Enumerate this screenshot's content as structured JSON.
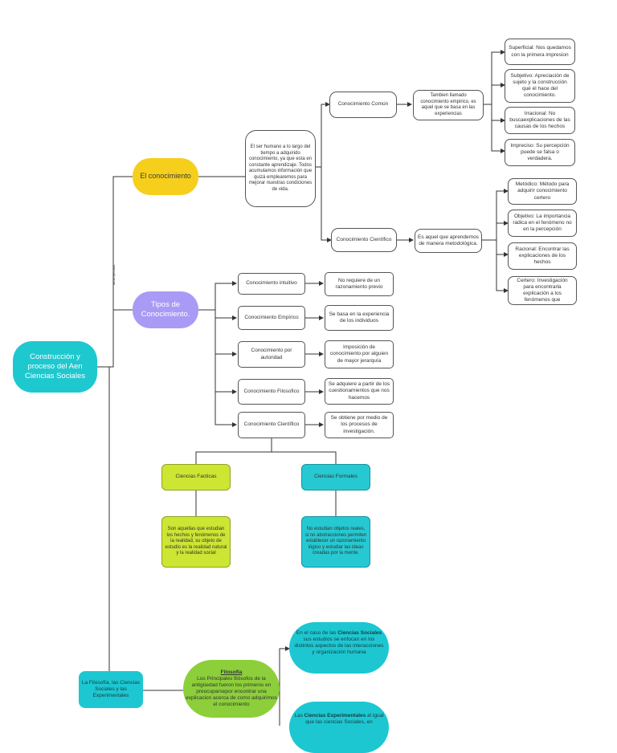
{
  "colors": {
    "root": "#1ec8cf",
    "conocimiento": "#f6cf1c",
    "tipos": "#a99af5",
    "facticas": "#cde533",
    "formales": "#26c9d2",
    "filosofia": "#8ccf3a",
    "sociales": "#1cc7d2"
  },
  "root": {
    "label": "Construcción y proceso del Aen Ciencias Sociales"
  },
  "connector_note": "tarda ejecutas",
  "conocimiento": {
    "label": "El conocimiento",
    "description": "El ser humano a lo largo del tiempo a adquirido conocimiento, ya que esta en constante aprendizaje. Todos acumulamos información que quizá emplearemos para mejorar nuestras condiciones de vida.",
    "comun": {
      "label": "Conocimiento Común",
      "description": "Tambien llamado conocimiento empirico, es aquel que se basa en las experiencias",
      "traits": [
        "Superficial: Nos quedamos con la primera impresion",
        "Subjetivo: Apreciación de sujeto y la construcción qué él hace del conocimiento.",
        "Irracional: No buscaexplicaciones de las causas de los hechos",
        "Impreciso: Su percepción puede se falsa o verdadera."
      ]
    },
    "cientifico": {
      "label": "Conocimiento Científico",
      "description": "Es aquel que aprendemos de manera metodológica.",
      "traits": [
        "Metódico: Método para adquirir conocimiento certero",
        "Objetivo: La importancia radica en el fenómeno no en la percepción",
        "Racional: Encontrar las explicaciones de los hechos",
        "Certero: Investigación para encontrarla explicación a los fenómenos que"
      ]
    }
  },
  "tipos": {
    "label": "Tipos de Conocimiento.",
    "items": [
      {
        "label": "Conocimiento intuitivo",
        "description": "No requiere de un razonamiento previo"
      },
      {
        "label": "Conocimiento Empírico",
        "description": "Se basa en la experiencia de los individuos"
      },
      {
        "label": "Conocimiento por autoridad",
        "description": "Imposición de conocimiento por alguien de mayor jerarquía"
      },
      {
        "label": "Conocimiento Filosofico",
        "description": "Se adquiere a partir de los cuestionamientos que nos hacemos"
      },
      {
        "label": "Conocimiento Científico",
        "description": "Se obtiene por medio de los procesos de investigación."
      }
    ]
  },
  "ciencias": {
    "facticas": {
      "label": "Ciencias Facticas",
      "description": "Son aquellas que estudian los hechos y fenómenos de la realidad, su objeto de estudio es la realidad natural y la realidad social"
    },
    "formales": {
      "label": "Ciencias Formales",
      "description": "No estudian objetos reales, si no abstracciones permiten establecer un razonamiento lógico y estudiar las ideas creadas por la mente."
    }
  },
  "filosofia_branch": {
    "label": "La Filosofía, las Ciencias Sociales y las Experimentales",
    "filosofia_title": "Filosofía",
    "filosofia_text": "Los Principales filósofos de la antigüedad fueron los primeros en preocuparsepor encontrar una explicacion acerca de como adquirimos el conocimiento",
    "sociales_pre": "En el caso de las ",
    "sociales_bold": "Ciencias Sociales",
    "sociales_post": " sus estudios se enfocan en los distintos aspectos de las interacciones y organización humana",
    "experimentales_pre": "Las ",
    "experimentales_bold": "Ciencias Experimentales",
    "experimentales_post": " al igual que las ciencias Sociales, en"
  }
}
